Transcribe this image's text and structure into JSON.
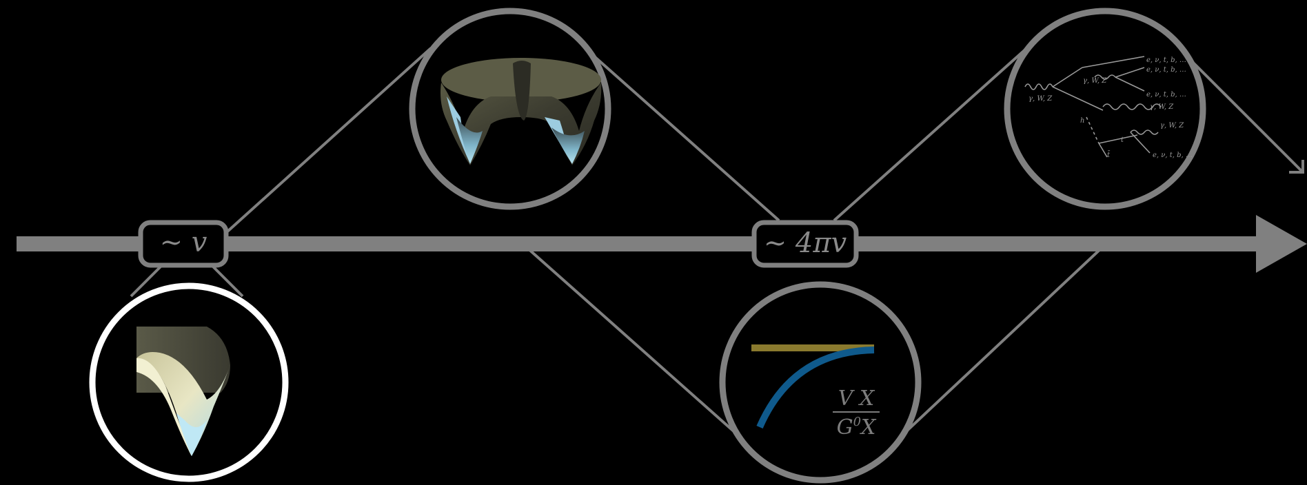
{
  "labels": {
    "scale_low": "∼ v",
    "scale_high": "∼ 4πv"
  },
  "pheno_formula": {
    "numerator": "V X",
    "denominator": "G",
    "denominator_sup": "0",
    "denominator_tail": "X"
  },
  "feynman": {
    "boson_left": "γ, W, Z",
    "boson_mid": "γ, W, Z",
    "boson_right1": "γ, W, Z",
    "boson_right2": "γ, W, Z",
    "fermions1": "e, ν, t, b, …",
    "fermions2": "e, ν, t, b, …",
    "fermions3": "e, ν, t, b, …",
    "fermions4": "e, ν, t, b, …",
    "higgs": "h",
    "t1": "t",
    "t2": "t̄"
  },
  "colors": {
    "background": "#000000",
    "axis_gray": "#808080",
    "highlight_white": "#ffffff",
    "gold_line": "#8a7a2e",
    "blue_curve": "#0f5a8c",
    "surface_dark": "#3a3a2e",
    "surface_light": "#9fc8d8"
  }
}
